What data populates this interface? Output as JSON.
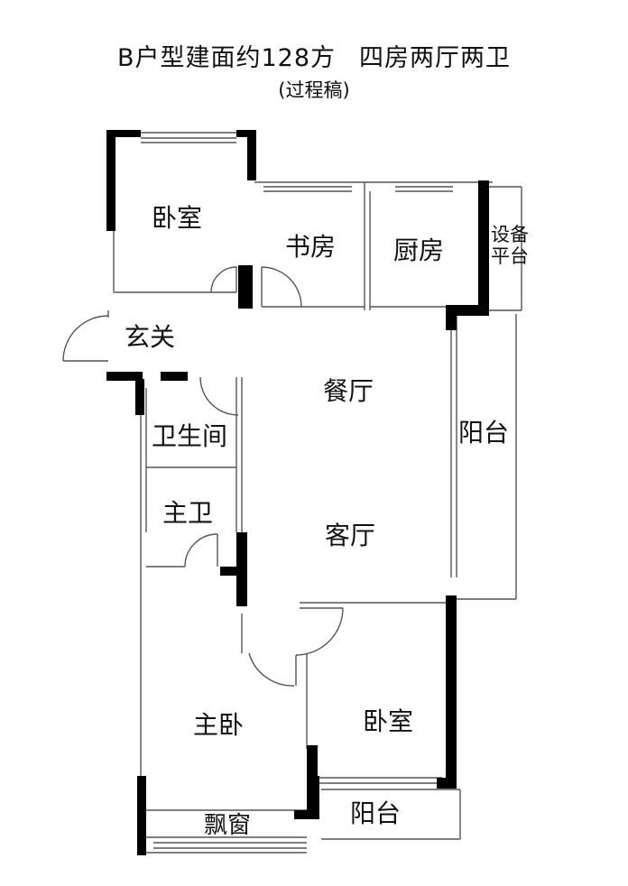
{
  "header": {
    "title": "B户型建面约128方",
    "layout": "四房两厅两卫",
    "subtitle": "(过程稿)"
  },
  "rooms": {
    "bedroom_north": "卧室",
    "study": "书房",
    "kitchen": "厨房",
    "equipment_line1": "设备",
    "equipment_line2": "平台",
    "foyer": "玄关",
    "dining": "餐厅",
    "balcony_east": "阳台",
    "bathroom": "卫生间",
    "master_bath": "主卫",
    "living": "客厅",
    "master_bedroom": "主卧",
    "bedroom_south": "卧室",
    "balcony_south": "阳台",
    "bay_window": "飘窗"
  },
  "colors": {
    "wall": "#000000",
    "line": "#555555",
    "background": "#ffffff"
  }
}
